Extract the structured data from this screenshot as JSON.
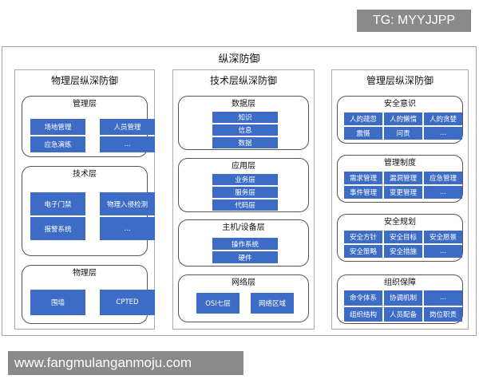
{
  "watermark_top": "TG: MYYJJPP",
  "watermark_bottom": "www.fangmulanganmoju.com",
  "title": "纵深防御",
  "colors": {
    "cell": "#3d6cc6",
    "border": "#555555"
  },
  "columns": [
    {
      "title": "物理层纵深防御",
      "groups": [
        {
          "title": "管理层",
          "cols": 2,
          "items": [
            "场地管理",
            "人员管理",
            "应急演练",
            "..."
          ]
        },
        {
          "title": "技术层",
          "cols": 2,
          "items": [
            "电子门禁",
            "物理入侵检测",
            "报警系统",
            "..."
          ]
        },
        {
          "title": "物理层",
          "cols": 2,
          "items": [
            "围墙",
            "CPTED"
          ]
        }
      ]
    },
    {
      "title": "技术层纵深防御",
      "groups": [
        {
          "title": "数据层",
          "cols": 1,
          "items": [
            "知识",
            "信息",
            "数据"
          ]
        },
        {
          "title": "应用层",
          "cols": 1,
          "items": [
            "业务层",
            "服务层",
            "代码层"
          ]
        },
        {
          "title": "主机/设备层",
          "cols": 1,
          "items": [
            "操作系统",
            "硬件"
          ]
        },
        {
          "title": "网络层",
          "cols": 2,
          "items": [
            "OSI七层",
            "网络区域"
          ]
        }
      ]
    },
    {
      "title": "管理层纵深防御",
      "groups": [
        {
          "title": "安全意识",
          "cols": 3,
          "items": [
            "人的疏忽",
            "人的懒惰",
            "人的贪婪",
            "震慑",
            "问责",
            "..."
          ]
        },
        {
          "title": "管理制度",
          "cols": 3,
          "items": [
            "需求管理",
            "漏洞管理",
            "应急管理",
            "事件管理",
            "变更管理",
            "..."
          ]
        },
        {
          "title": "安全规划",
          "cols": 3,
          "items": [
            "安全方针",
            "安全目标",
            "安全愿景",
            "安全策略",
            "安全措施",
            "..."
          ]
        },
        {
          "title": "组织保障",
          "cols": 3,
          "items": [
            "命令体系",
            "协调机制",
            "...",
            "组织结构",
            "人员配备",
            "岗位职责"
          ]
        }
      ]
    }
  ]
}
